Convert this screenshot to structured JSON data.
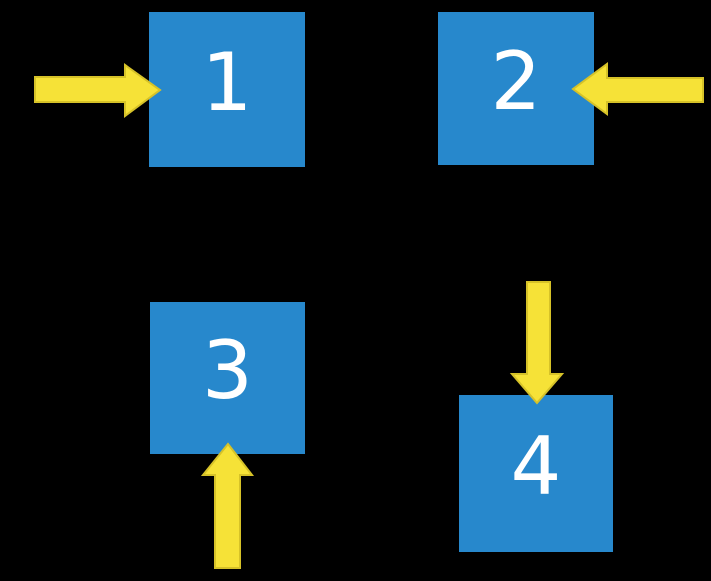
{
  "diagram": {
    "description": "Four numbered blue squares on a black background, each indicated by a yellow block arrow",
    "colors": {
      "background": "#000000",
      "square_fill": "#2788CC",
      "square_text": "#FFFFFF",
      "arrow_fill": "#F6E237",
      "arrow_stroke": "#D6C228"
    },
    "squares": [
      {
        "label": "1",
        "position": "top-left",
        "arrow_direction": "right",
        "arrow_points_at": "left side of square 1"
      },
      {
        "label": "2",
        "position": "top-right",
        "arrow_direction": "left",
        "arrow_points_at": "right side of square 2"
      },
      {
        "label": "3",
        "position": "bottom-left",
        "arrow_direction": "up",
        "arrow_points_at": "bottom side of square 3"
      },
      {
        "label": "4",
        "position": "bottom-right",
        "arrow_direction": "down",
        "arrow_points_at": "top side of square 4"
      }
    ]
  }
}
